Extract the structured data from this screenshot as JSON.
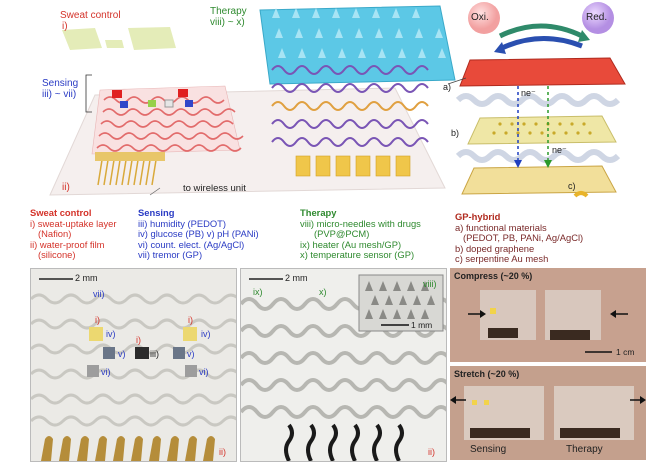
{
  "top": {
    "sweat_control_label": "Sweat control",
    "sweat_control_num": "i)",
    "sensing_label": "Sensing",
    "sensing_num": "iii) ~ vii)",
    "therapy_label": "Therapy",
    "therapy_num": "viii) ~ x)",
    "num_ii": "ii)",
    "wireless": "to wireless unit"
  },
  "gp": {
    "oxi": "Oxi.",
    "red": "Red.",
    "ne1": "ne⁻",
    "ne2": "ne⁻",
    "a": "a)",
    "b": "b)",
    "c": "c)"
  },
  "legend": {
    "sweat": {
      "title": "Sweat control",
      "lines": [
        "i) sweat-uptake layer",
        "   (Nafion)",
        "ii) water-proof film",
        "   (silicone)"
      ]
    },
    "sensing": {
      "title": "Sensing",
      "lines": [
        "iii) humidity (PEDOT)",
        "iv) glucose (PB) v) pH (PANi)",
        "vi) count. elect. (Ag/AgCl)",
        "vii) tremor (GP)"
      ]
    },
    "therapy": {
      "title": "Therapy",
      "lines": [
        "viii) micro-needles with drugs",
        "   (PVP@PCM)",
        "ix) heater (Au mesh/GP)",
        "x) temperature sensor (GP)"
      ]
    },
    "gp": {
      "title": "GP-hybrid",
      "lines": [
        "a) functional materials",
        "   (PEDOT, PB, PANi, Ag/AgCl)",
        "b) doped graphene",
        "c) serpentine Au mesh"
      ]
    }
  },
  "photo1": {
    "scale": "2 mm",
    "vii": "vii)",
    "i_a": "i)",
    "i_b": "i)",
    "i_c": "i)",
    "iv_a": "iv)",
    "iv_b": "iv)",
    "v_a": "v)",
    "v_b": "v)",
    "iii": "iii)",
    "vi_a": "vi)",
    "vi_b": "vi)",
    "ii": "ii)"
  },
  "photo2": {
    "scale": "2 mm",
    "ix": "ix)",
    "x": "x)",
    "viii": "viii)",
    "inset_scale": "1 mm",
    "ii": "ii)"
  },
  "photo3": {
    "compress": "Compress (~20 %)",
    "scale": "1 cm",
    "stretch": "Stretch (~20 %)",
    "sensing": "Sensing",
    "therapy": "Therapy"
  },
  "colors": {
    "red": "#d4332a",
    "blue": "#2a3bc4",
    "green": "#2f8a2f",
    "substrate": "#f3eded",
    "needles": "#5cc8e6"
  }
}
